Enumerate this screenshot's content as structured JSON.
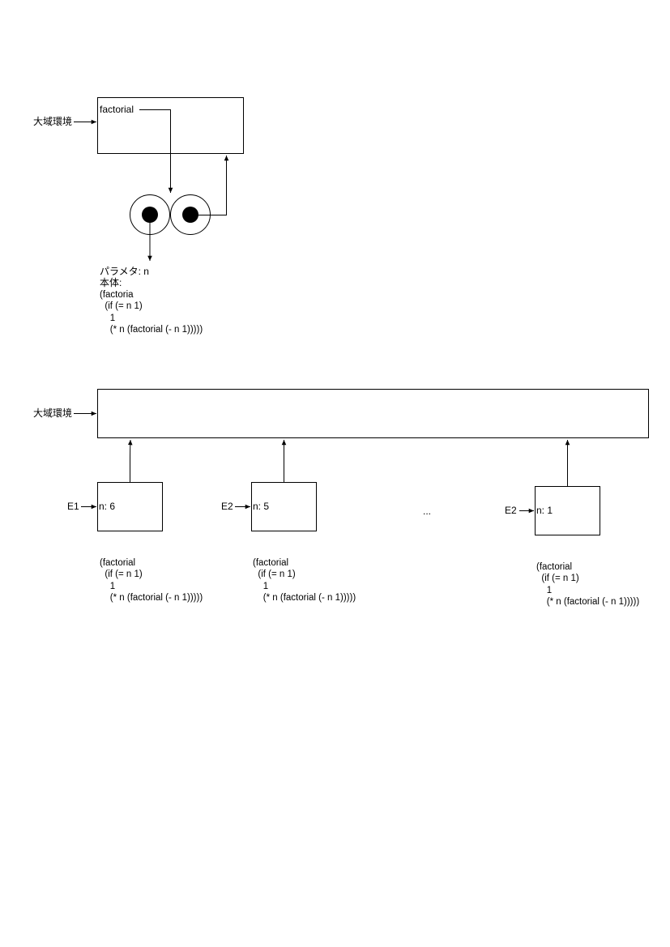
{
  "diagram1": {
    "global_env_label": "大域環境",
    "binding_label": "factorial",
    "param_line": "パラメタ: n",
    "body_label": "本体:",
    "code_lines": [
      "(factoria",
      "  (if (= n 1)",
      "    1",
      "    (* n (factorial (- n 1)))))"
    ]
  },
  "diagram2": {
    "global_env_label": "大域環境",
    "ellipsis": "...",
    "frames": [
      {
        "env_label": "E1",
        "binding": "n: 6",
        "code_lines": [
          "(factorial",
          "  (if (= n 1)",
          "    1",
          "    (* n (factorial (- n 1)))))"
        ]
      },
      {
        "env_label": "E2",
        "binding": "n: 5",
        "code_lines": [
          "(factorial",
          "  (if (= n 1)",
          "    1",
          "    (* n (factorial (- n 1)))))"
        ]
      },
      {
        "env_label": "E2",
        "binding": "n: 1",
        "code_lines": [
          "(factorial",
          "  (if (= n 1)",
          "    1",
          "    (* n (factorial (- n 1)))))"
        ]
      }
    ]
  }
}
